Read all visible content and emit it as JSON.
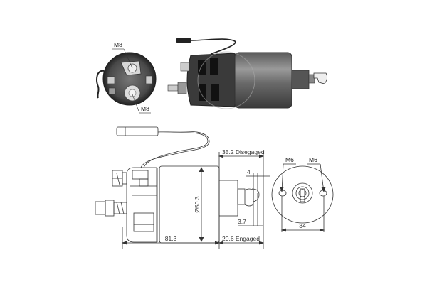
{
  "diagram": {
    "subject": "starter solenoid",
    "end_view_photo": {
      "labels": [
        "M8",
        "M8"
      ]
    },
    "side_photo": {},
    "side_drawing": {
      "dimensions": {
        "disengaged": "35.2 Disegaged",
        "diameter": "Ø50.3",
        "plunger_gap_top": "4",
        "plunger_gap_bottom": "3.7",
        "body_length": "81.3",
        "engaged": "20.6 Engaged"
      }
    },
    "front_drawing": {
      "labels": [
        "M6",
        "M6"
      ],
      "hole_spacing": "34"
    }
  },
  "colors": {
    "line": "#333333",
    "background": "#ffffff",
    "photo_dark": "#2a2a2a",
    "photo_mid": "#7a7a7a",
    "photo_light": "#c8c8c8"
  }
}
